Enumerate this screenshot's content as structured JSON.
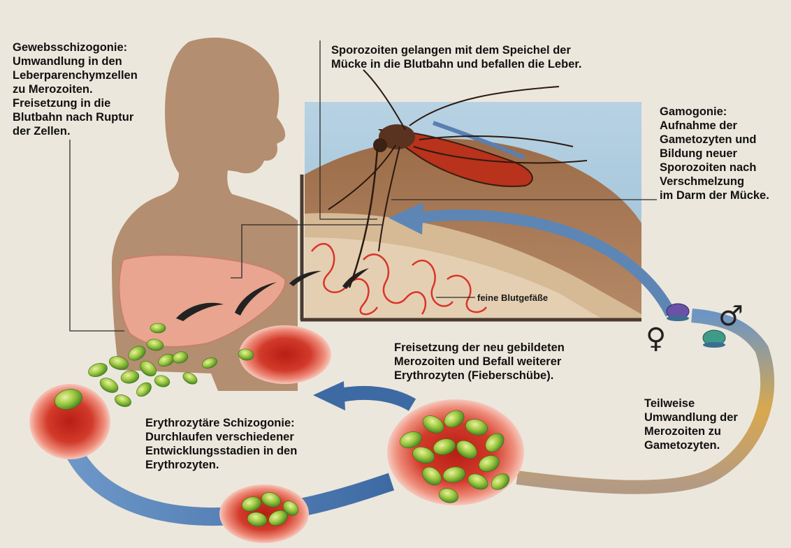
{
  "labels": {
    "gewebsschizogonie": "Gewebsschizogonie:\nUmwandlung in den\nLeberparenchymzellen\nzu Merozoiten.\nFreisetzung in die\nBlutbahn nach Ruptur\nder Zellen.",
    "sporozoiten": "Sporozoiten gelangen mit dem Speichel der\nMücke in die Blutbahn und befallen die Leber.",
    "gamogonie": "Gamogonie:\nAufnahme der\nGametozyten und\nBildung neuer\nSporozoiten nach\nVerschmelzung\nim Darm der Mücke.",
    "blutgefaesse": "feine Blutgefäße",
    "freisetzung": "Freisetzung der neu gebildeten\nMerozoiten und Befall weiterer\nErythrozyten (Fieberschübe).",
    "erythrozytaer": "Erythrozytäre Schizogonie:\nDurchlaufen verschiedener\nEntwicklungsstadien in den\nErythrozyten.",
    "teilweise": "Teilweise\nUmwandlung der\nMerozoiten zu\nGametozyten."
  },
  "symbols": {
    "female": "♀",
    "male": "♂"
  },
  "colors": {
    "background": "#ece7dc",
    "silhouette": "#b48e70",
    "liver": "#e9a58f",
    "sky": "#a9c8dd",
    "skin": "#a77b58",
    "blood_cell": "#cf3a2a",
    "merozoite": "#8fc23a",
    "arrow_blue": "#5d86b5",
    "gametocyte_purple": "#6a52a8",
    "gametocyte_teal": "#3f9a8a"
  }
}
